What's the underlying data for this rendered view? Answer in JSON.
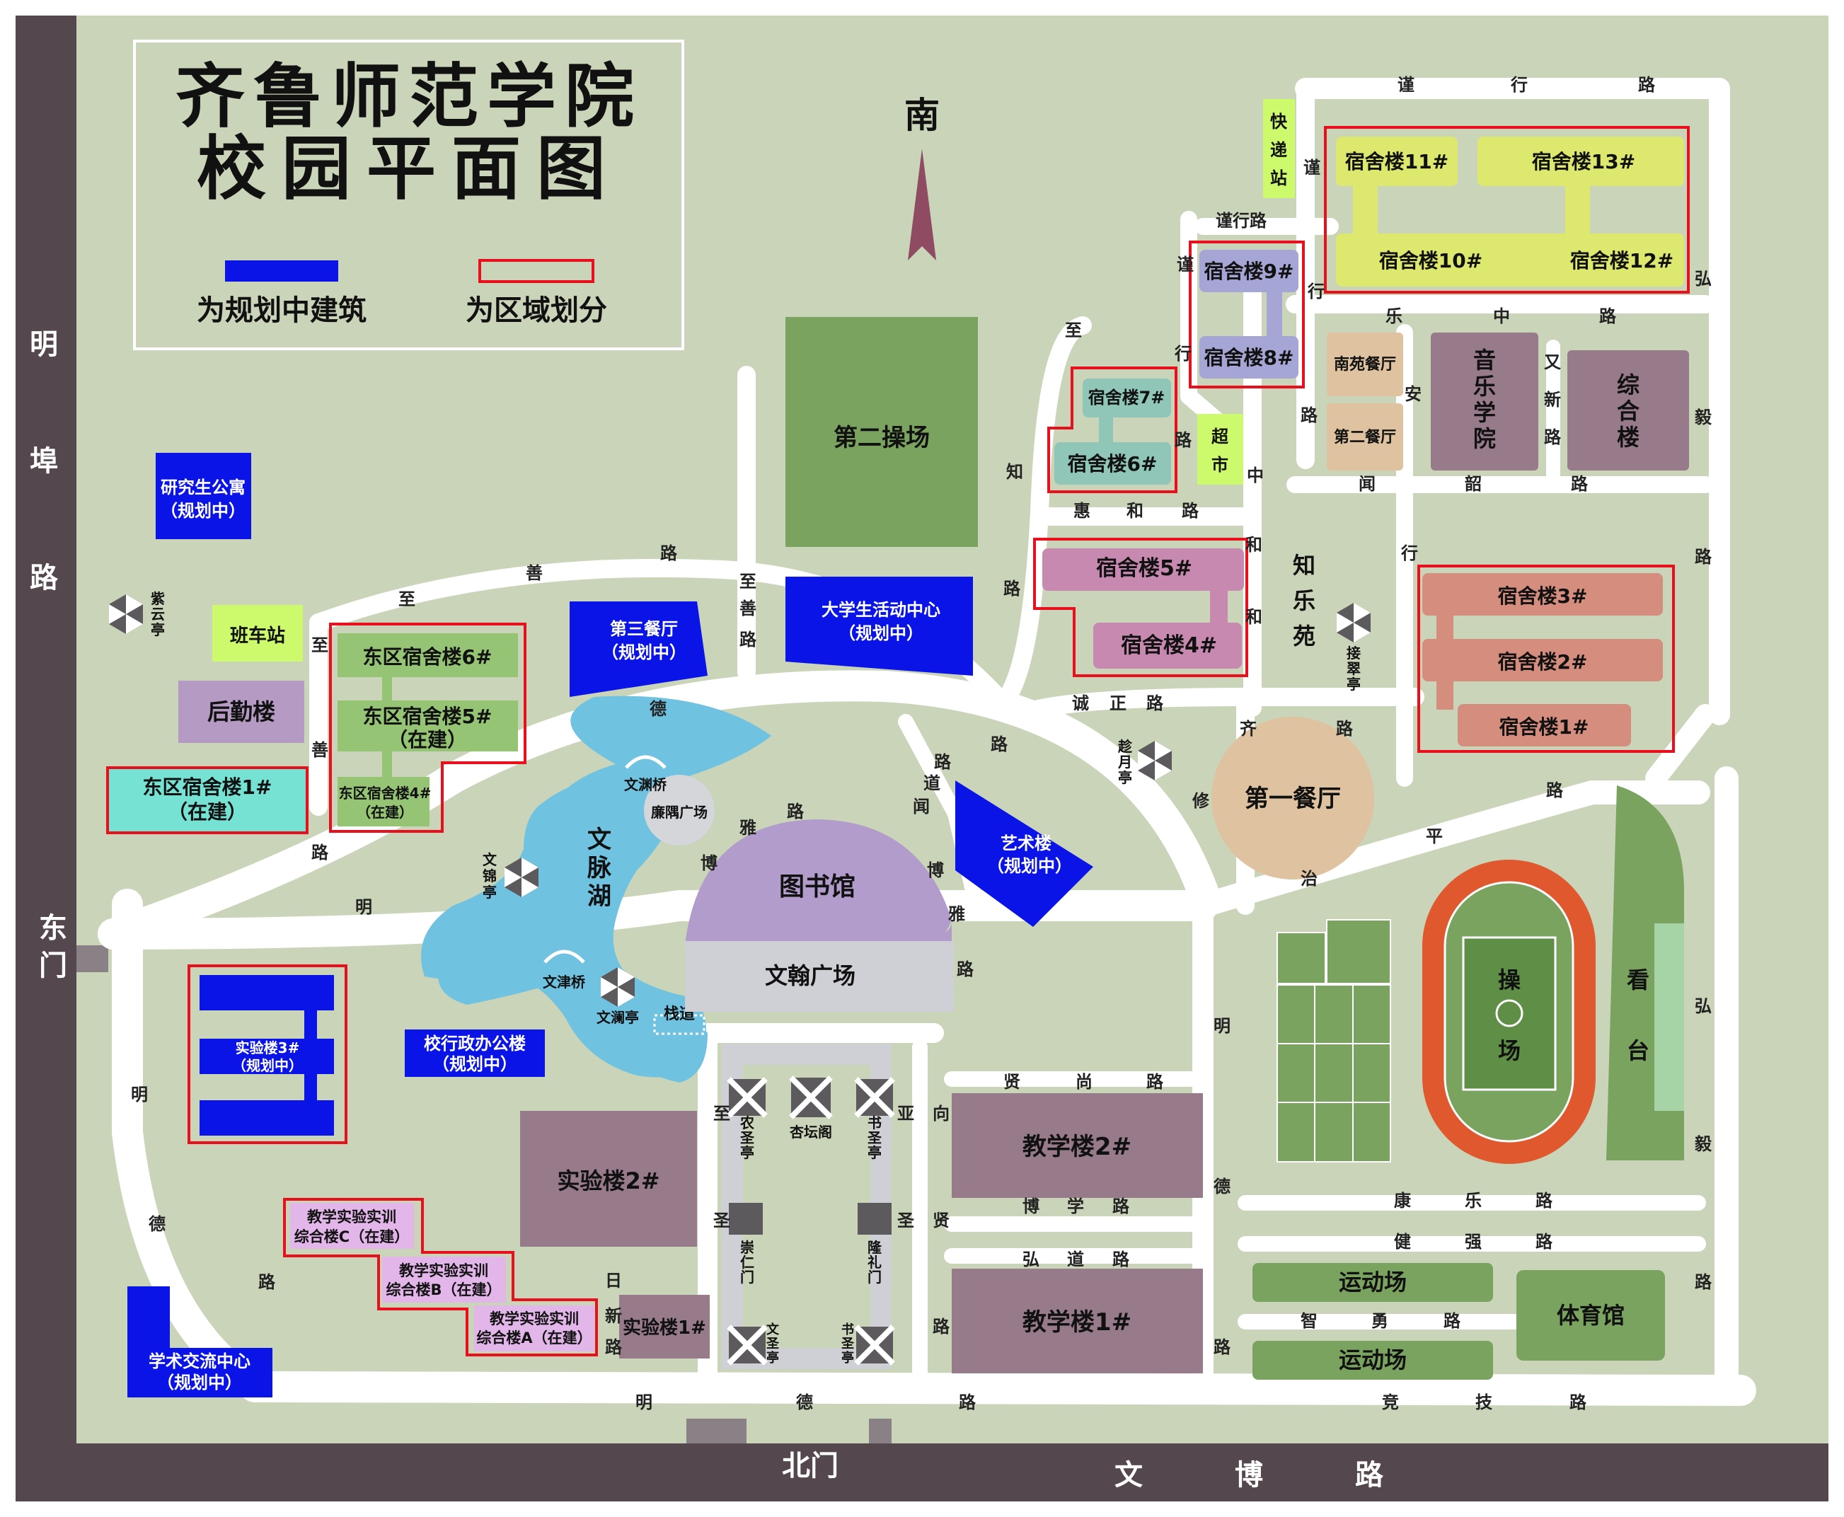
{
  "title": {
    "line1": "齐鲁师范学院",
    "line2": "校园平面图",
    "legend_planned": "为规划中建筑",
    "legend_zone": "为区域划分"
  },
  "compass": "南",
  "colors": {
    "ground": "#c9d4b8",
    "road": "#ffffff",
    "outer_road": "#54474d",
    "planned": "#0a14e6",
    "zone_border": "#e8101c",
    "lake": "#6fc2e0",
    "library": "#b19ccb",
    "teaching": "#977b8b",
    "field": "#7aa35f"
  },
  "outer_roads": {
    "left_1": "明",
    "left_2": "埠",
    "left_3": "路",
    "east_gate_1": "东",
    "east_gate_2": "门",
    "north_gate": "北门",
    "bottom_1": "文",
    "bottom_2": "博",
    "bottom_3": "路"
  },
  "buildings": {
    "playground2": "第二操场",
    "student_center_1": "大学生活动中心",
    "student_center_2": "（规划中）",
    "canteen3_1": "第三餐厅",
    "canteen3_2": "（规划中）",
    "grad_apt_1": "研究生公寓",
    "grad_apt_2": "（规划中）",
    "bus_station": "班车站",
    "logistics": "后勤楼",
    "east_dorm6": "东区宿舍楼6#",
    "east_dorm5_1": "东区宿舍楼5#",
    "east_dorm5_2": "（在建）",
    "east_dorm4_1": "东区宿舍楼4#",
    "east_dorm4_2": "（在建）",
    "east_dorm1_1": "东区宿舍楼1#",
    "east_dorm1_2": "（在建）",
    "lake_1": "文",
    "lake_2": "脉",
    "lake_3": "湖",
    "lianyu_square": "廉隅广场",
    "library": "图书馆",
    "wenhan_square": "文翰广场",
    "lab3_1": "实验楼3#",
    "lab3_2": "（规划中）",
    "admin_1": "校行政办公楼",
    "admin_2": "（规划中）",
    "lab2": "实验楼2#",
    "lab1": "实验楼1#",
    "complex_c_1": "教学实验实训",
    "complex_c_2": "综合楼C（在建）",
    "complex_b_1": "教学实验实训",
    "complex_b_2": "综合楼B（在建）",
    "complex_a_1": "教学实验实训",
    "complex_a_2": "综合楼A（在建）",
    "academic_center_1": "学术交流中心",
    "academic_center_2": "（规划中）",
    "art_building_1": "艺术楼",
    "art_building_2": "（规划中）",
    "teaching2": "教学楼2#",
    "teaching1": "教学楼1#",
    "canteen1": "第一餐厅",
    "dorm11": "宿舍楼11#",
    "dorm13": "宿舍楼13#",
    "dorm10": "宿舍楼10#",
    "dorm12": "宿舍楼12#",
    "dorm9": "宿舍楼9#",
    "dorm8": "宿舍楼8#",
    "dorm7": "宿舍楼7#",
    "dorm6": "宿舍楼6#",
    "dorm5": "宿舍楼5#",
    "dorm4": "宿舍楼4#",
    "dorm3": "宿舍楼3#",
    "dorm2": "宿舍楼2#",
    "dorm1": "宿舍楼1#",
    "nanyuan_canteen": "南苑餐厅",
    "canteen2": "第二餐厅",
    "music_1": "音",
    "music_2": "乐",
    "music_3": "学",
    "music_4": "院",
    "complex_1": "综",
    "complex_2": "合",
    "complex_3": "楼",
    "express_1": "快",
    "express_2": "递",
    "express_3": "站",
    "super_1": "超",
    "super_2": "市",
    "zhile_1": "知",
    "zhile_2": "乐",
    "zhile_3": "苑",
    "track_1": "操",
    "track_2": "场",
    "stand_1": "看",
    "stand_2": "台",
    "gym": "体育馆",
    "sports1": "运动场",
    "sports2": "运动场"
  },
  "pavilions": {
    "ziyun_1": "紫",
    "ziyun_2": "云",
    "ziyun_3": "亭",
    "wenjin_1": "文",
    "wenjin_2": "锦",
    "wenjin_3": "亭",
    "wenlan": "文澜亭",
    "wenyuan_bridge": "文渊桥",
    "wenjin_bridge": "文津桥",
    "zhandao": "栈道",
    "jiecui_1": "接",
    "jiecui_2": "翠",
    "jiecui_3": "亭",
    "quanyue_1": "趁",
    "quanyue_2": "月",
    "quanyue_3": "亭",
    "xingtan": "杏坛阁",
    "nongsheng_1": "农",
    "nongsheng_2": "圣",
    "nongsheng_3": "亭",
    "shusheng_1": "书",
    "shusheng_2": "圣",
    "shusheng_3": "亭",
    "wensheng_1": "文",
    "wensheng_2": "圣",
    "wensheng_3": "亭",
    "shusheng_b_1": "书",
    "shusheng_b_2": "圣",
    "shusheng_b_3": "亭",
    "chongren_1": "崇",
    "chongren_2": "仁",
    "chongren_3": "门",
    "longli_1": "隆",
    "longli_2": "礼",
    "longli_3": "门"
  },
  "roads": {
    "jinxing_top_1": "谨",
    "jinxing_top_2": "行",
    "jinxing_top_3": "路",
    "jin_v": "谨",
    "jinxing_mid": "谨行路",
    "jinxing_v_1": "谨",
    "jinxing_v_2": "行",
    "jinxing_v_3": "路",
    "hongyi_1": "弘",
    "hongyi_2": "毅",
    "hongyi_3": "路",
    "hongyi_b_1": "弘",
    "hongyi_b_2": "毅",
    "hongyi_b_3": "路",
    "lezhong_1": "乐",
    "lezhong_2": "中",
    "lezhong_3": "路",
    "youxin_1": "又",
    "youxin_2": "新",
    "youxin_3": "路",
    "wenshao_1": "闻",
    "wenshao_2": "韶",
    "wenshao_3": "路",
    "anzhong_1": "安",
    "anzhong_2": "中",
    "zhixing_1": "至",
    "zhixing_2": "行",
    "zhixing_3": "路",
    "zhihe_1": "知",
    "zhihe_2": "和",
    "zhihe_3": "路",
    "huihe_1": "惠",
    "huihe_2": "和",
    "huihe_3": "路",
    "hexing_1": "和",
    "hexing_2": "行",
    "chengzheng_1": "诚",
    "chengzheng_2": "正",
    "chengzheng_3": "路",
    "qizhi_1": "齐",
    "qizhi_2": "路",
    "xiuzhi_1": "修",
    "xiuzhi_2": "治",
    "ping_1": "平",
    "ping_2": "路",
    "zhishan_1": "至",
    "zhishan_2": "善",
    "zhishan_3": "路",
    "zhishan_v_1": "至",
    "zhishan_v_2": "善",
    "zhishan_v_3": "路",
    "zhishan_l_1": "至",
    "zhishan_l_2": "善",
    "zhishan_l_3": "路",
    "mingde_1": "德",
    "mingde_2": "路",
    "wendao_1": "闻",
    "wendao_2": "道",
    "wendao_3": "路",
    "boya_1": "博",
    "boya_2": "雅",
    "boya_3": "路",
    "boya_b_1": "博",
    "boya_b_2": "雅",
    "boya_b_3": "路",
    "ming_l": "明",
    "mingde_r_1": "明",
    "mingde_r_2": "德",
    "mingde_r_3": "路",
    "mingde_left_1": "明",
    "mingde_left_2": "德",
    "mingde_left_3": "路",
    "mingde_bottom_1": "明",
    "mingde_bottom_2": "德",
    "mingde_bottom_3": "路",
    "jingji_1": "竞",
    "jingji_2": "技",
    "jingji_3": "路",
    "xianshang_1": "贤",
    "xianshang_2": "尚",
    "xianshang_3": "路",
    "boxue_1": "博",
    "boxue_2": "学",
    "boxue_3": "路",
    "hongdao_1": "弘",
    "hongdao_2": "道",
    "hongdao_3": "路",
    "kangle_1": "康",
    "kangle_2": "乐",
    "kangle_3": "路",
    "jianqiang_1": "健",
    "jianqiang_2": "强",
    "jianqiang_3": "路",
    "zhiyong_1": "智",
    "zhiyong_2": "勇",
    "zhiyong_3": "路",
    "xiangxian_1": "向",
    "xiangxian_2": "贤",
    "xiangxian_3": "路",
    "rixin_1": "日",
    "rixin_2": "新",
    "rixin_3": "路",
    "zhisheng_1": "至",
    "zhisheng_2": "圣",
    "yasheng_1": "亚",
    "yasheng_2": "圣"
  }
}
